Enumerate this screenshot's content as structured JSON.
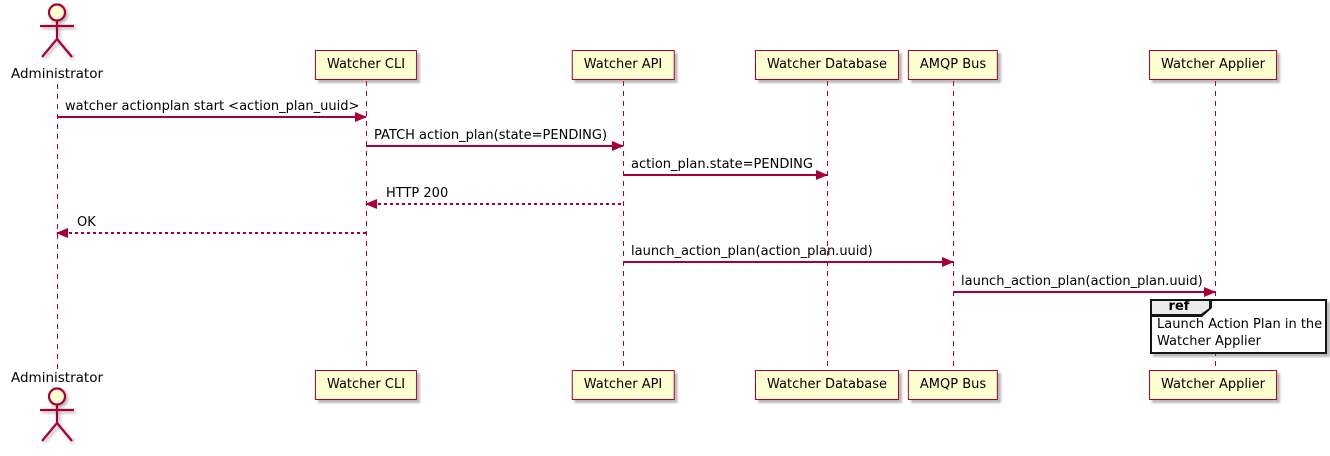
{
  "diagram": {
    "type": "sequence",
    "participants": [
      {
        "id": "administrator",
        "type": "actor",
        "label": "Administrator"
      },
      {
        "id": "watcher-cli",
        "type": "participant",
        "label": "Watcher CLI"
      },
      {
        "id": "watcher-api",
        "type": "participant",
        "label": "Watcher API"
      },
      {
        "id": "watcher-database",
        "type": "participant",
        "label": "Watcher Database"
      },
      {
        "id": "amqp-bus",
        "type": "participant",
        "label": "AMQP Bus"
      },
      {
        "id": "watcher-applier",
        "type": "participant",
        "label": "Watcher Applier"
      }
    ],
    "messages": [
      {
        "from": "administrator",
        "to": "watcher-cli",
        "label": "watcher actionplan start <action_plan_uuid>",
        "line": "solid",
        "direction": "right"
      },
      {
        "from": "watcher-cli",
        "to": "watcher-api",
        "label": "PATCH action_plan(state=PENDING)",
        "line": "solid",
        "direction": "right"
      },
      {
        "from": "watcher-api",
        "to": "watcher-database",
        "label": "action_plan.state=PENDING",
        "line": "solid",
        "direction": "right"
      },
      {
        "from": "watcher-api",
        "to": "watcher-cli",
        "label": "HTTP 200",
        "line": "dotted",
        "direction": "left"
      },
      {
        "from": "watcher-cli",
        "to": "administrator",
        "label": "OK",
        "line": "dotted",
        "direction": "left"
      },
      {
        "from": "watcher-api",
        "to": "amqp-bus",
        "label": "launch_action_plan(action_plan.uuid)",
        "line": "solid",
        "direction": "right"
      },
      {
        "from": "amqp-bus",
        "to": "watcher-applier",
        "label": "launch_action_plan(action_plan.uuid)",
        "line": "solid",
        "direction": "right"
      }
    ],
    "ref": {
      "keyword": "ref",
      "over": "watcher-applier",
      "lines": [
        "Launch Action Plan in the",
        "Watcher Applier"
      ]
    },
    "colors": {
      "background": "#FFFFFF",
      "participant_fill": "#FEFECE",
      "participant_border": "#A80036",
      "lifeline": "#A80036",
      "arrow": "#A80036",
      "text": "#000000",
      "ref_border": "#151515",
      "ref_tab_fill": "#EBEBEB"
    }
  }
}
